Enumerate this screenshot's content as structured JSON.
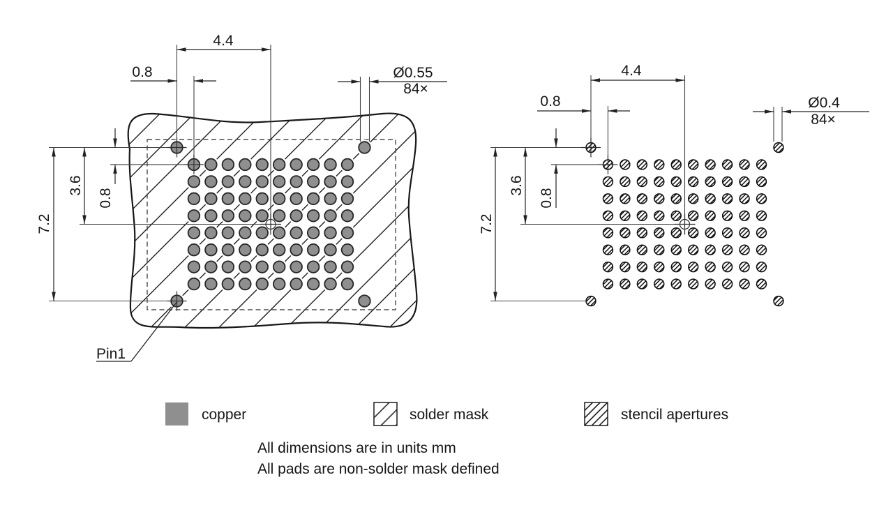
{
  "drawing": {
    "kind": "pcb-land-pattern",
    "left_view": {
      "description": "copper pads with solder mask",
      "dims": {
        "center_span": "4.4",
        "pitch_x": "0.8",
        "pad_diameter": "Ø0.55",
        "pad_count": "84×",
        "full_height": "7.2",
        "half_height": "3.6",
        "pitch_y": "0.8"
      },
      "pin1_label": "Pin1"
    },
    "right_view": {
      "description": "stencil apertures",
      "dims": {
        "center_span": "4.4",
        "pitch_x": "0.8",
        "aperture_diameter": "Ø0.4",
        "aperture_count": "84×",
        "full_height": "7.2",
        "half_height": "3.6",
        "pitch_y": "0.8"
      }
    },
    "grid": {
      "cols": 12,
      "rows": 10,
      "inner_cols": 10,
      "inner_rows": 8,
      "corner_pads": 4,
      "total_pads": 84,
      "pitch_mm": 0.8,
      "pad_diameter_mm": 0.55,
      "aperture_diameter_mm": 0.4,
      "center_span_mm": 4.4,
      "full_height_mm": 7.2,
      "half_height_mm": 3.6
    }
  },
  "legend": {
    "items": [
      {
        "name": "copper",
        "label": "copper"
      },
      {
        "name": "solder-mask",
        "label": "solder mask"
      },
      {
        "name": "stencil-apertures",
        "label": "stencil apertures"
      }
    ]
  },
  "notes": {
    "line1": "All dimensions are in units mm",
    "line2": "All pads are non-solder mask defined"
  },
  "colors": {
    "copper": "#8f8f8f",
    "outline": "#181818",
    "hatch": "#202020",
    "dim_line": "#222222",
    "ext_line": "#3f3f3f",
    "dashed_outline": "#4a4a4a",
    "background": "#ffffff"
  }
}
